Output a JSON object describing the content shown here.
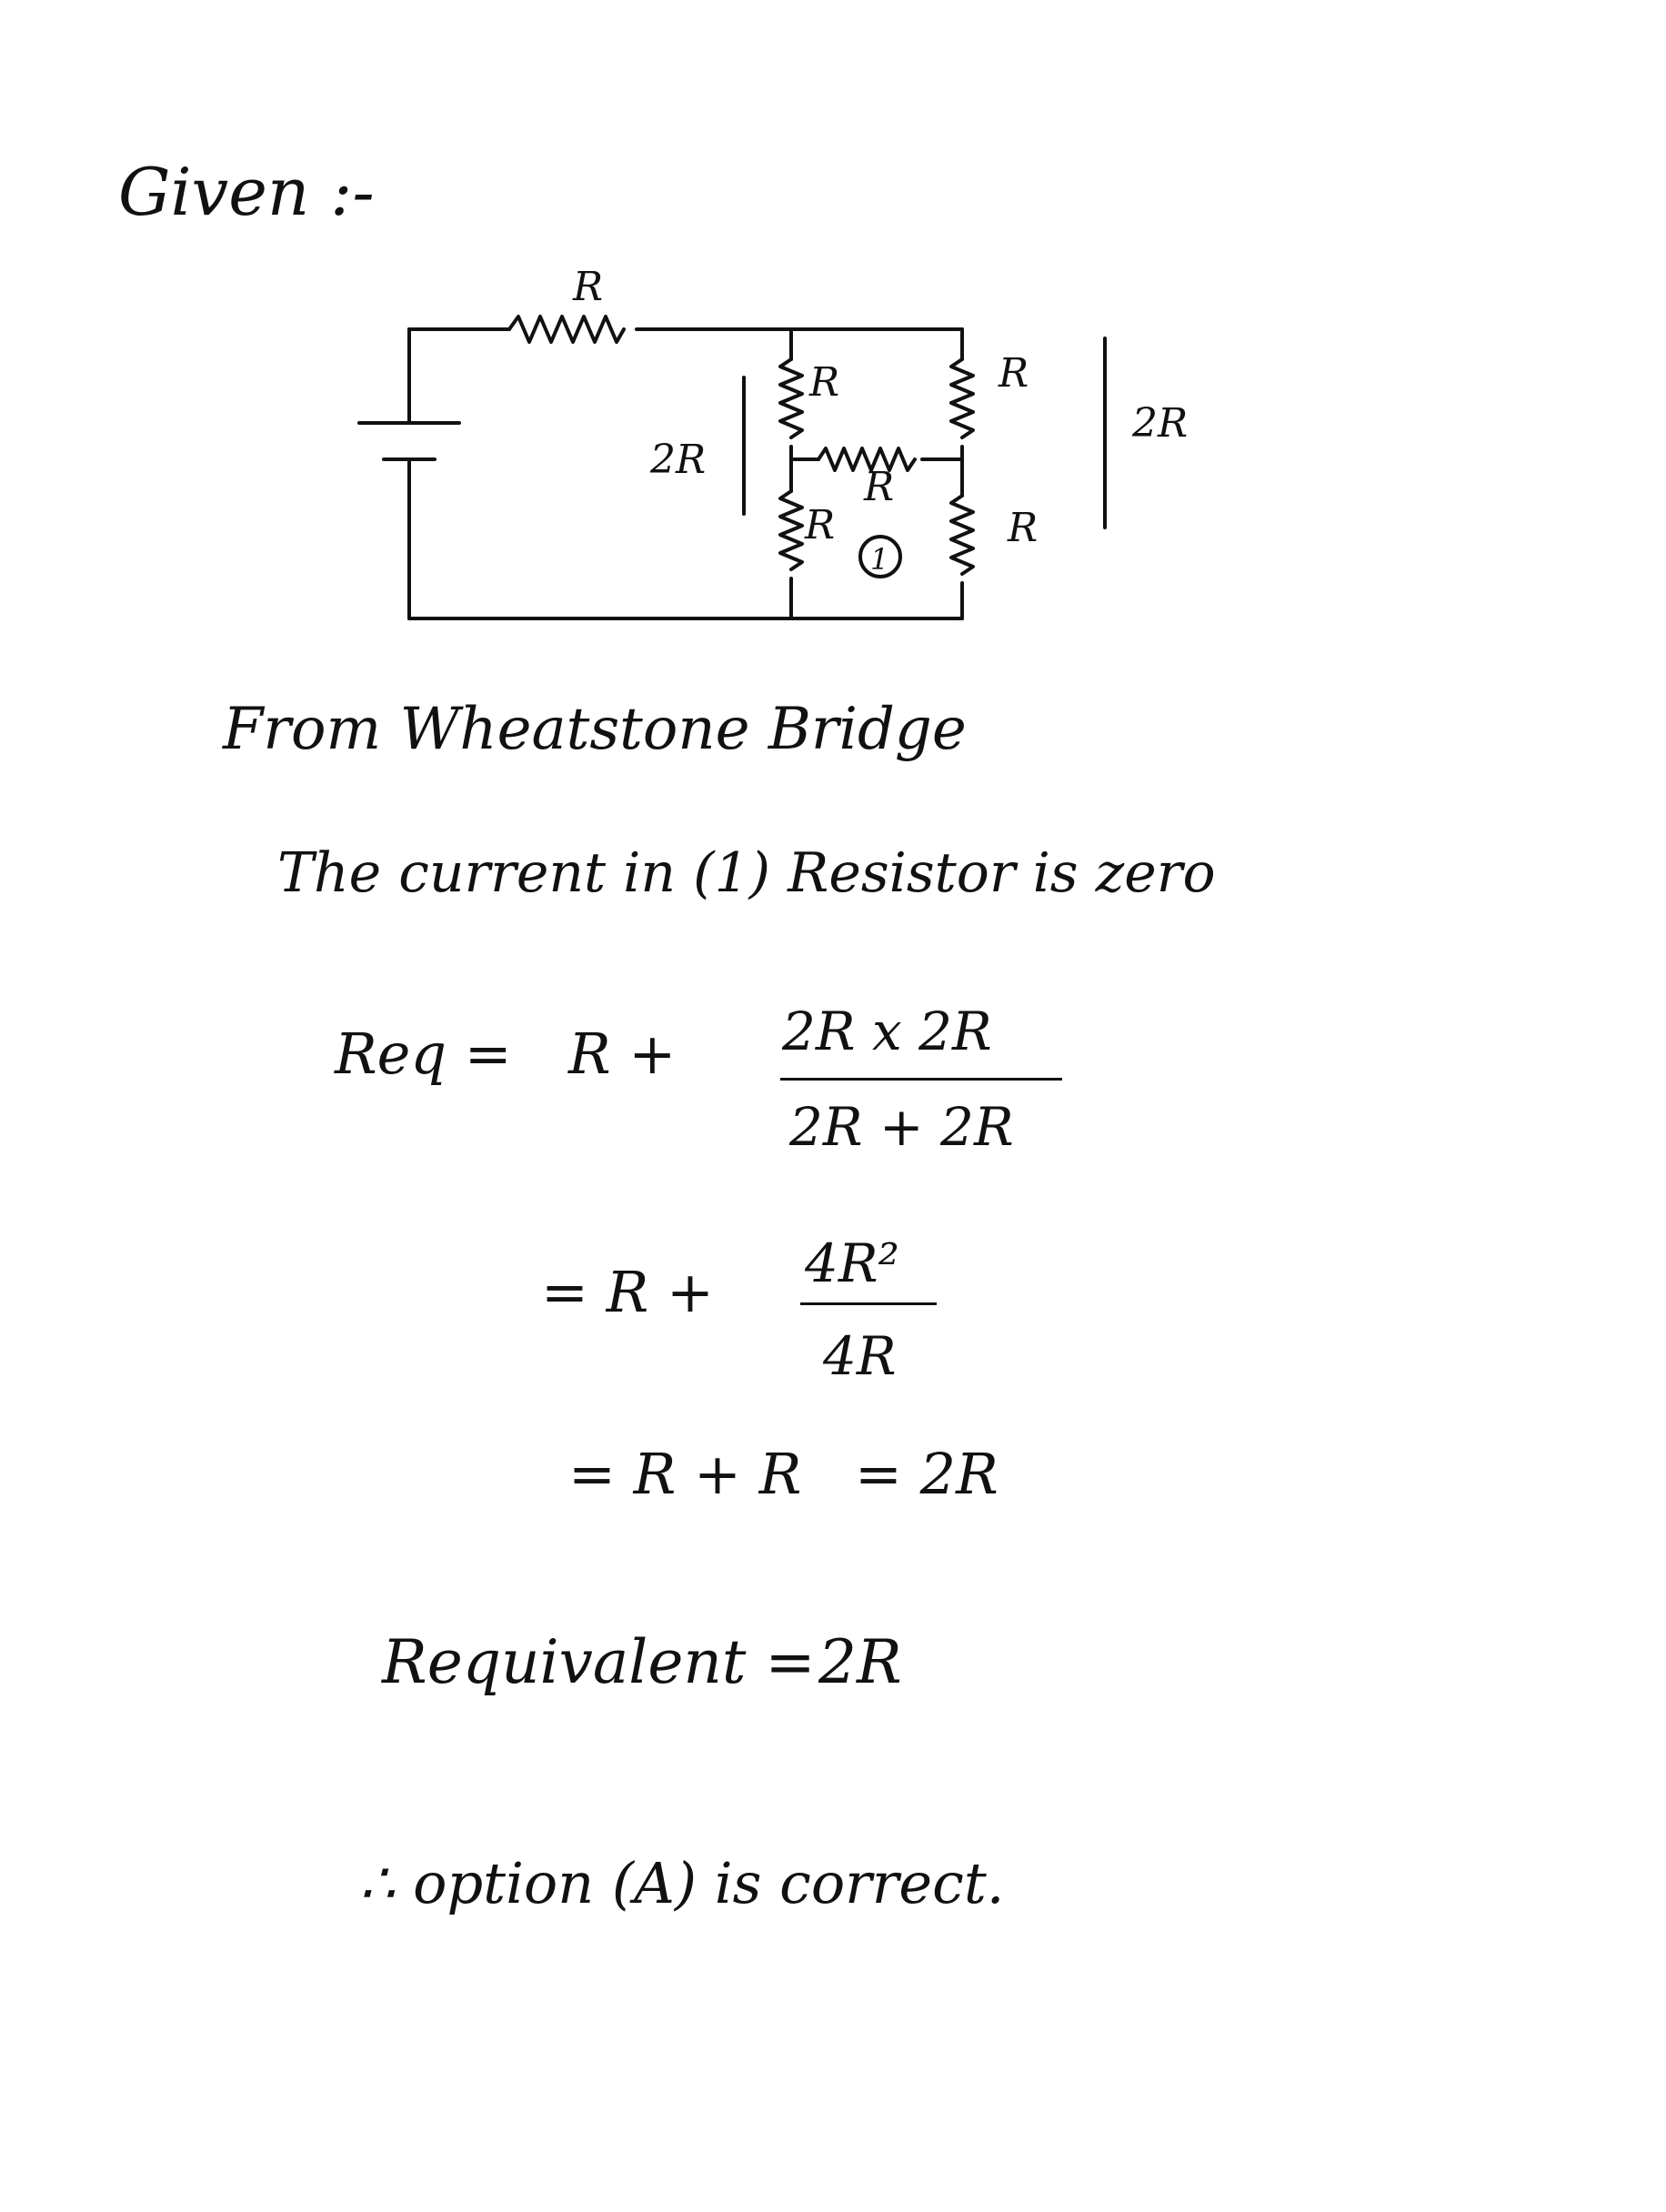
{
  "heading": "Given :-",
  "circuit": {
    "labels": {
      "top_series": "R",
      "upper_left_arm": "R",
      "upper_right_arm": "R",
      "left_parallel": "2R",
      "right_parallel": "2R",
      "bridge": "R",
      "lower_left_arm": "R",
      "lower_right_arm": "R",
      "bridge_marker": "1"
    }
  },
  "statement": {
    "line1": "From Wheatstone Bridge",
    "line2": "The current in (1) Resistor is zero"
  },
  "equations": {
    "req_lhs": "Req =",
    "step1_lead": "R +",
    "step1_num": "2R x 2R",
    "step1_den": "2R + 2R",
    "step2_lead": "= R +",
    "step2_num": "4R²",
    "step2_den": "4R",
    "step3_lead": "= R + R",
    "step3_result": "= 2R"
  },
  "result": {
    "label": "Requivalent =",
    "value": "2R"
  },
  "conclusion": "∴ option (A) is correct."
}
